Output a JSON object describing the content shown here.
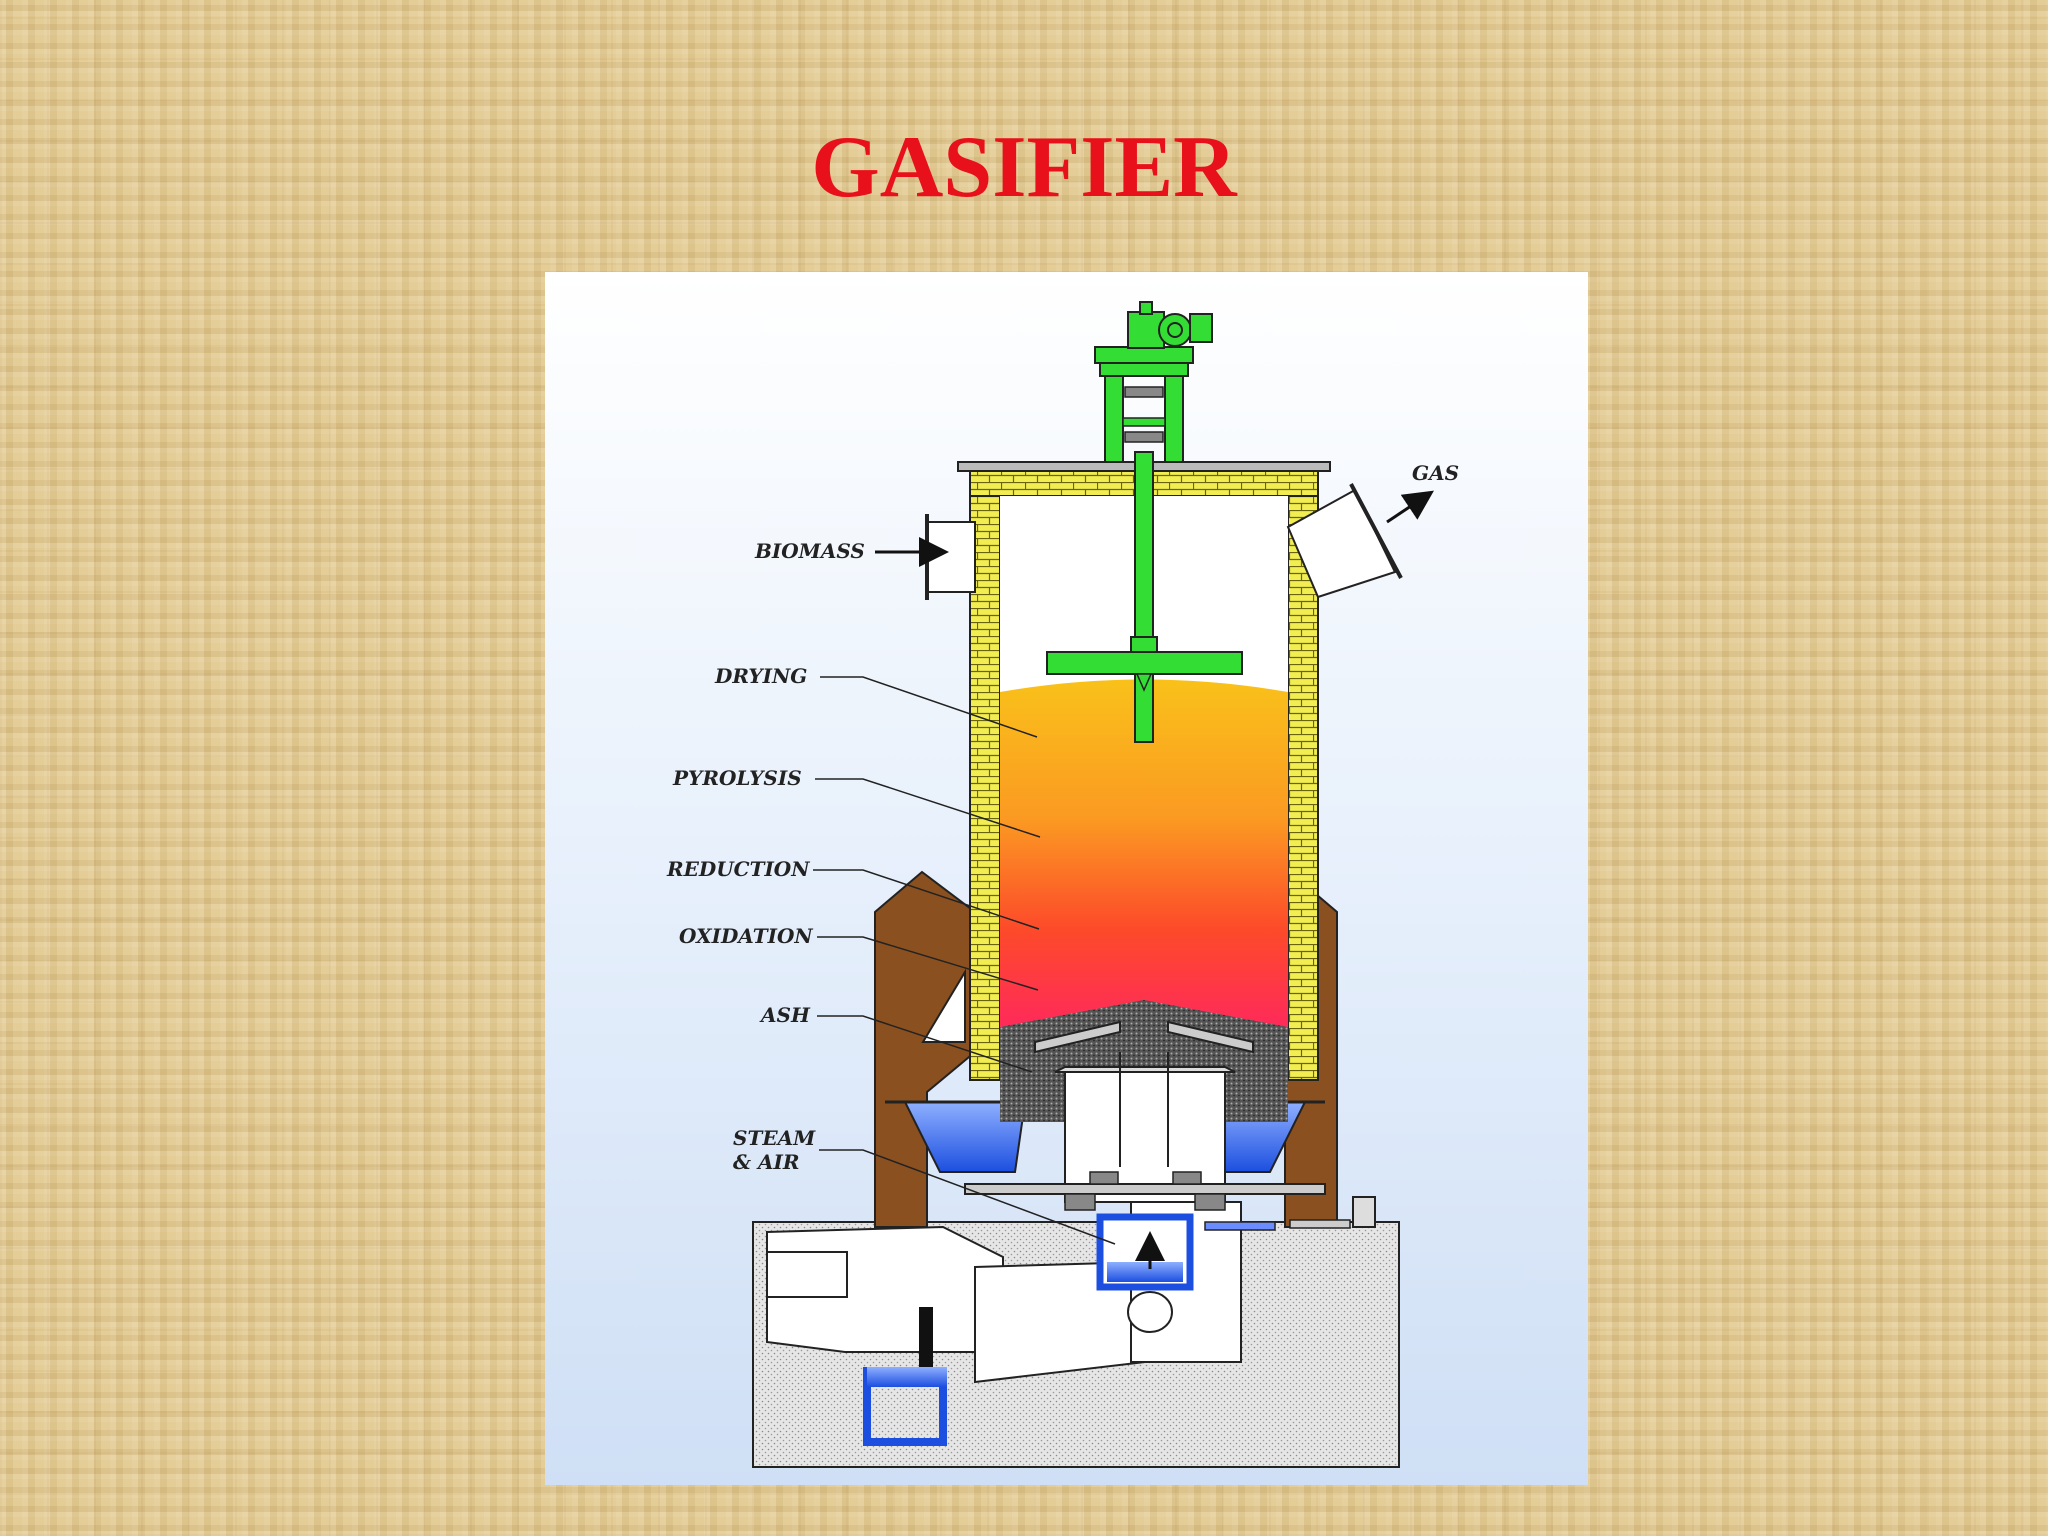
{
  "title": "GASIFIER",
  "labels": {
    "biomass": "BIOMASS",
    "gas": "GAS",
    "drying": "DRYING",
    "pyrolysis": "PYROLYSIS",
    "reduction": "REDUCTION",
    "oxidation": "OXIDATION",
    "ash": "ASH",
    "steam_line1": "STEAM",
    "steam_line2": "& AIR"
  },
  "colors": {
    "title": "#e8101a",
    "brick": "#f2ee52",
    "mechanism": "#33dd33",
    "jacket": "#8b5020",
    "water": "#1c4fe0",
    "zone_top": "#f9c11a",
    "zone_bottom": "#ff2a4a"
  }
}
